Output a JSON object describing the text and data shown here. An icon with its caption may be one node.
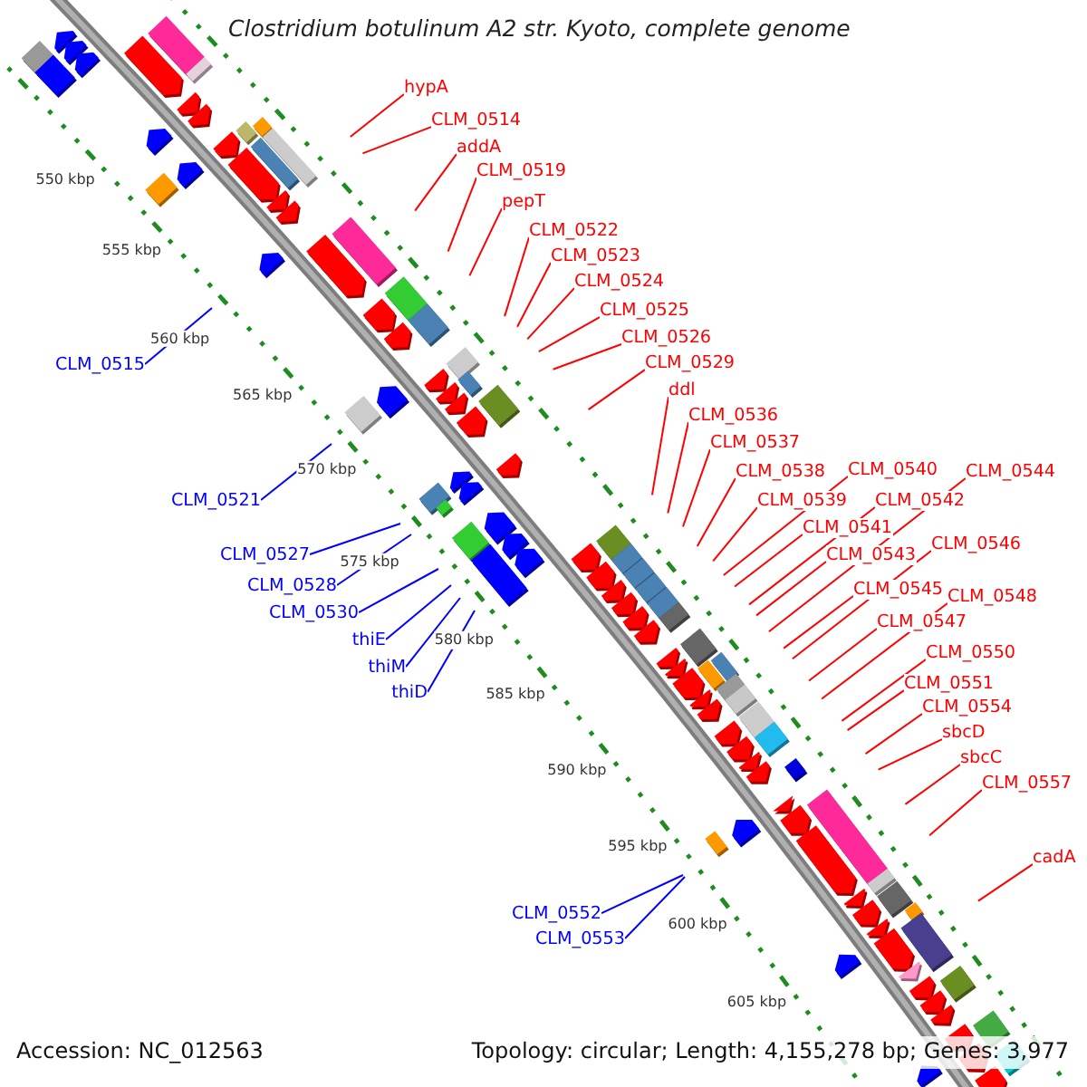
{
  "diagram": {
    "title": "Clostridium botulinum A2 str. Kyoto, complete genome",
    "nodes": [
      {
        "text": [
          "hypA"
        ]
      },
      {
        "text": [
          "CLM_0514"
        ]
      },
      {
        "text": [
          "addA"
        ]
      },
      {
        "text": [
          "CLM_0519"
        ]
      },
      {
        "text": [
          "pepT"
        ]
      },
      {
        "text": [
          "CLM_0522"
        ]
      },
      {
        "text": [
          "CLM_0523"
        ]
      },
      {
        "text": [
          "CLM_0524"
        ]
      },
      {
        "text": [
          "CLM_0525"
        ]
      },
      {
        "text": [
          "CLM_0526"
        ]
      },
      {
        "text": [
          "CLM_0529"
        ]
      },
      {
        "text": [
          "ddl"
        ]
      },
      {
        "text": [
          "CLM_0536"
        ]
      },
      {
        "text": [
          "CLM_0537"
        ]
      },
      {
        "text": [
          "CLM_0538"
        ]
      },
      {
        "text": [
          "CLM_0539"
        ]
      },
      {
        "text": [
          "CLM_0540"
        ]
      },
      {
        "text": [
          "CLM_0541"
        ]
      },
      {
        "text": [
          "CLM_0542"
        ]
      },
      {
        "text": [
          "CLM_0543"
        ]
      },
      {
        "text": [
          "CLM_0544"
        ]
      },
      {
        "text": [
          "CLM_0545"
        ]
      },
      {
        "text": [
          "CLM_0546"
        ]
      },
      {
        "text": [
          "CLM_0547"
        ]
      },
      {
        "text": [
          "CLM_0548"
        ]
      },
      {
        "text": [
          "CLM_0550"
        ]
      },
      {
        "text": [
          "CLM_0551"
        ]
      },
      {
        "text": [
          "CLM_0554"
        ]
      },
      {
        "text": [
          "sbcD"
        ]
      },
      {
        "text": [
          "sbcC"
        ]
      },
      {
        "text": [
          "CLM_0557"
        ]
      },
      {
        "text": [
          "cadA"
        ]
      },
      {
        "text": [
          "CLM_0515"
        ]
      },
      {
        "text": [
          "CLM_0521"
        ]
      },
      {
        "text": [
          "CLM_0527"
        ]
      },
      {
        "text": [
          "CLM_0528"
        ]
      },
      {
        "text": [
          "CLM_0530"
        ]
      },
      {
        "text": [
          "thiE"
        ]
      },
      {
        "text": [
          "thiM"
        ]
      },
      {
        "text": [
          "thiD"
        ]
      },
      {
        "text": [
          "CLM_0552"
        ]
      },
      {
        "text": [
          "CLM_0553"
        ]
      }
    ],
    "edges": [
      {
        "from": 0,
        "to": null,
        "arrow": "none"
      },
      {
        "from": 1,
        "to": null,
        "arrow": "none"
      },
      {
        "from": 2,
        "to": null,
        "arrow": "none"
      },
      {
        "from": 3,
        "to": null,
        "arrow": "none"
      },
      {
        "from": 4,
        "to": null,
        "arrow": "none"
      },
      {
        "from": 5,
        "to": null,
        "arrow": "none"
      },
      {
        "from": 6,
        "to": null,
        "arrow": "none"
      },
      {
        "from": 7,
        "to": null,
        "arrow": "none"
      },
      {
        "from": 8,
        "to": null,
        "arrow": "none"
      },
      {
        "from": 9,
        "to": null,
        "arrow": "none"
      },
      {
        "from": 10,
        "to": null,
        "arrow": "none"
      },
      {
        "from": 11,
        "to": null,
        "arrow": "none"
      },
      {
        "from": 12,
        "to": null,
        "arrow": "none"
      },
      {
        "from": 13,
        "to": null,
        "arrow": "none"
      },
      {
        "from": 14,
        "to": null,
        "arrow": "none"
      },
      {
        "from": 15,
        "to": null,
        "arrow": "none"
      },
      {
        "from": 16,
        "to": null,
        "arrow": "none"
      },
      {
        "from": 17,
        "to": null,
        "arrow": "none"
      },
      {
        "from": 18,
        "to": null,
        "arrow": "none"
      },
      {
        "from": 19,
        "to": null,
        "arrow": "none"
      },
      {
        "from": 20,
        "to": null,
        "arrow": "none"
      },
      {
        "from": 21,
        "to": null,
        "arrow": "none"
      },
      {
        "from": 22,
        "to": null,
        "arrow": "none"
      },
      {
        "from": 23,
        "to": null,
        "arrow": "none"
      },
      {
        "from": 24,
        "to": null,
        "arrow": "none"
      },
      {
        "from": 25,
        "to": null,
        "arrow": "none"
      },
      {
        "from": 26,
        "to": null,
        "arrow": "none"
      },
      {
        "from": 27,
        "to": null,
        "arrow": "none"
      },
      {
        "from": 28,
        "to": null,
        "arrow": "none"
      },
      {
        "from": 29,
        "to": null,
        "arrow": "none"
      },
      {
        "from": 30,
        "to": null,
        "arrow": "none"
      },
      {
        "from": 31,
        "to": null,
        "arrow": "none"
      },
      {
        "from": 32,
        "to": null,
        "arrow": "none",
        "color": "#0000ff"
      },
      {
        "from": 33,
        "to": null,
        "arrow": "none",
        "color": "#0000ff"
      },
      {
        "from": 34,
        "to": null,
        "arrow": "none",
        "color": "#0000ff"
      },
      {
        "from": 35,
        "to": null,
        "arrow": "none",
        "color": "#0000ff"
      },
      {
        "from": 36,
        "to": null,
        "arrow": "none",
        "color": "#0000ff"
      },
      {
        "from": 37,
        "to": null,
        "arrow": "none",
        "color": "#0000ff"
      },
      {
        "from": 38,
        "to": null,
        "arrow": "none",
        "color": "#0000ff"
      },
      {
        "from": 39,
        "to": null,
        "arrow": "none",
        "color": "#0000ff"
      },
      {
        "from": 40,
        "to": null,
        "arrow": "none",
        "color": "#0000ff"
      },
      {
        "from": 41,
        "to": null,
        "arrow": "none",
        "color": "#0000ff"
      }
    ],
    "labels": [
      "550 kbp",
      "555 kbp",
      "560 kbp",
      "565 kbp",
      "570 kbp",
      "575 kbp",
      "580 kbp",
      "585 kbp",
      "590 kbp",
      "595 kbp",
      "600 kbp",
      "605 kbp",
      "Accession: NC_012563",
      "Topology: circular; Length: 4,155,278 bp; Genes: 3,977"
    ]
  }
}
